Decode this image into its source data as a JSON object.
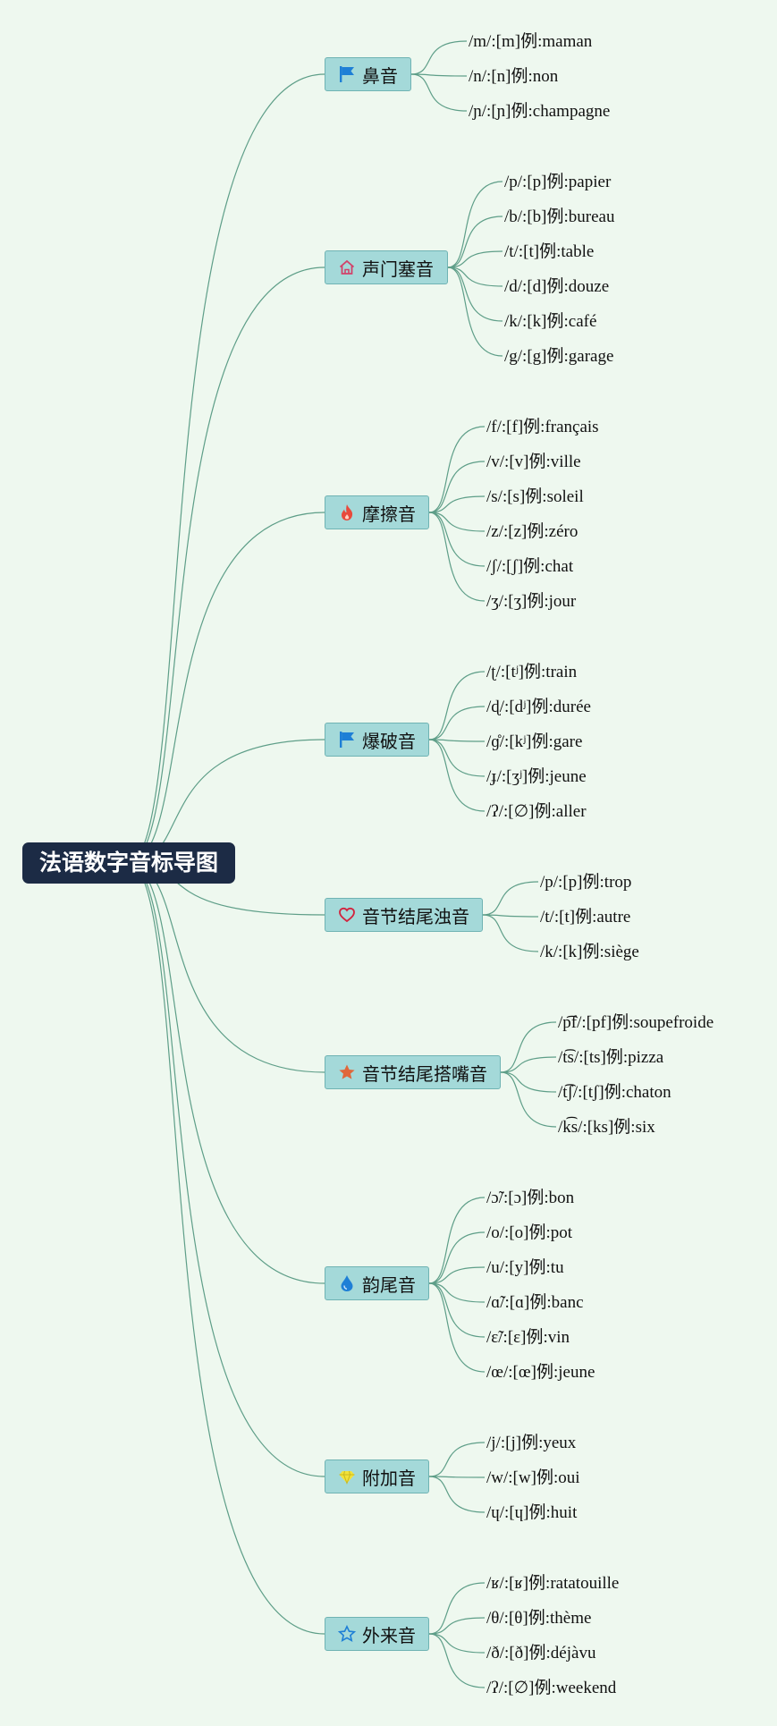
{
  "root": "法语数字音标导图",
  "branches": [
    {
      "label": "鼻音",
      "icon": "flag-icon",
      "items": [
        [
          "/m/:[m]",
          "maman"
        ],
        [
          "/n/:[n]",
          "non"
        ],
        [
          "/ɲ/:[ɲ]",
          "champagne"
        ]
      ]
    },
    {
      "label": "声门塞音",
      "icon": "house-icon",
      "items": [
        [
          "/p/:[p]",
          "papier"
        ],
        [
          "/b/:[b]",
          "bureau"
        ],
        [
          "/t/:[t]",
          "table"
        ],
        [
          "/d/:[d]",
          "douze"
        ],
        [
          "/k/:[k]",
          "café"
        ],
        [
          "/g/:[g]",
          "garage"
        ]
      ]
    },
    {
      "label": "摩擦音",
      "icon": "flame-icon",
      "items": [
        [
          "/f/:[f]",
          "français"
        ],
        [
          "/v/:[v]",
          "ville"
        ],
        [
          "/s/:[s]",
          "soleil"
        ],
        [
          "/z/:[z]",
          "zéro"
        ],
        [
          "/ʃ/:[ʃ]",
          "chat"
        ],
        [
          "/ʒ/:[ʒ]",
          "jour"
        ]
      ]
    },
    {
      "label": "爆破音",
      "icon": "flag-icon",
      "items": [
        [
          "/ʈ/:[tʲ]",
          "train"
        ],
        [
          "/ɖ/:[dʲ]",
          "durée"
        ],
        [
          "/ɡ̊/:[kʲ]",
          "gare"
        ],
        [
          "/ɟ/:[ʒʲ]",
          "jeune"
        ],
        [
          "/ʔ/:[∅]",
          "aller"
        ]
      ]
    },
    {
      "label": "音节结尾浊音",
      "icon": "heart-icon",
      "items": [
        [
          "/p/:[p]",
          "trop"
        ],
        [
          "/t/:[t]",
          "autre"
        ],
        [
          "/k/:[k]",
          "siège"
        ]
      ]
    },
    {
      "label": "音节结尾搭嘴音",
      "icon": "star-filled-icon",
      "items": [
        [
          "/p͡f/:[pf]",
          "soupefroide"
        ],
        [
          "/t͡s/:[ts]",
          "pizza"
        ],
        [
          "/t͡ʃ/:[tʃ]",
          "chaton"
        ],
        [
          "/k͡s/:[ks]",
          "six"
        ]
      ]
    },
    {
      "label": "韵尾音",
      "icon": "water-drop-icon",
      "items": [
        [
          "/ɔ̃/:[ɔ]",
          "bon"
        ],
        [
          "/o/:[o]",
          "pot"
        ],
        [
          "/u/:[y]",
          "tu"
        ],
        [
          "/ɑ̃/:[ɑ]",
          "banc"
        ],
        [
          "/ɛ̃/:[ɛ]",
          "vin"
        ],
        [
          "/œ/:[œ]",
          "jeune"
        ]
      ]
    },
    {
      "label": "附加音",
      "icon": "diamond-icon",
      "items": [
        [
          "/j/:[j]",
          "yeux"
        ],
        [
          "/w/:[w]",
          "oui"
        ],
        [
          "/ɥ/:[ɥ]",
          "huit"
        ]
      ]
    },
    {
      "label": "外来音",
      "icon": "star-outline-icon",
      "items": [
        [
          "/ʁ/:[ʁ]",
          "ratatouille"
        ],
        [
          "/θ/:[θ]",
          "thème"
        ],
        [
          "/ð/:[ð]",
          "déjàvu"
        ],
        [
          "/ʔ/:[∅]",
          "weekend"
        ]
      ]
    }
  ],
  "example_word": "例",
  "colors": {
    "background": "#eef8ef",
    "root_bg": "#1c2b45",
    "branch_bg": "#a4d9d9",
    "connector": "#5e9e88"
  }
}
